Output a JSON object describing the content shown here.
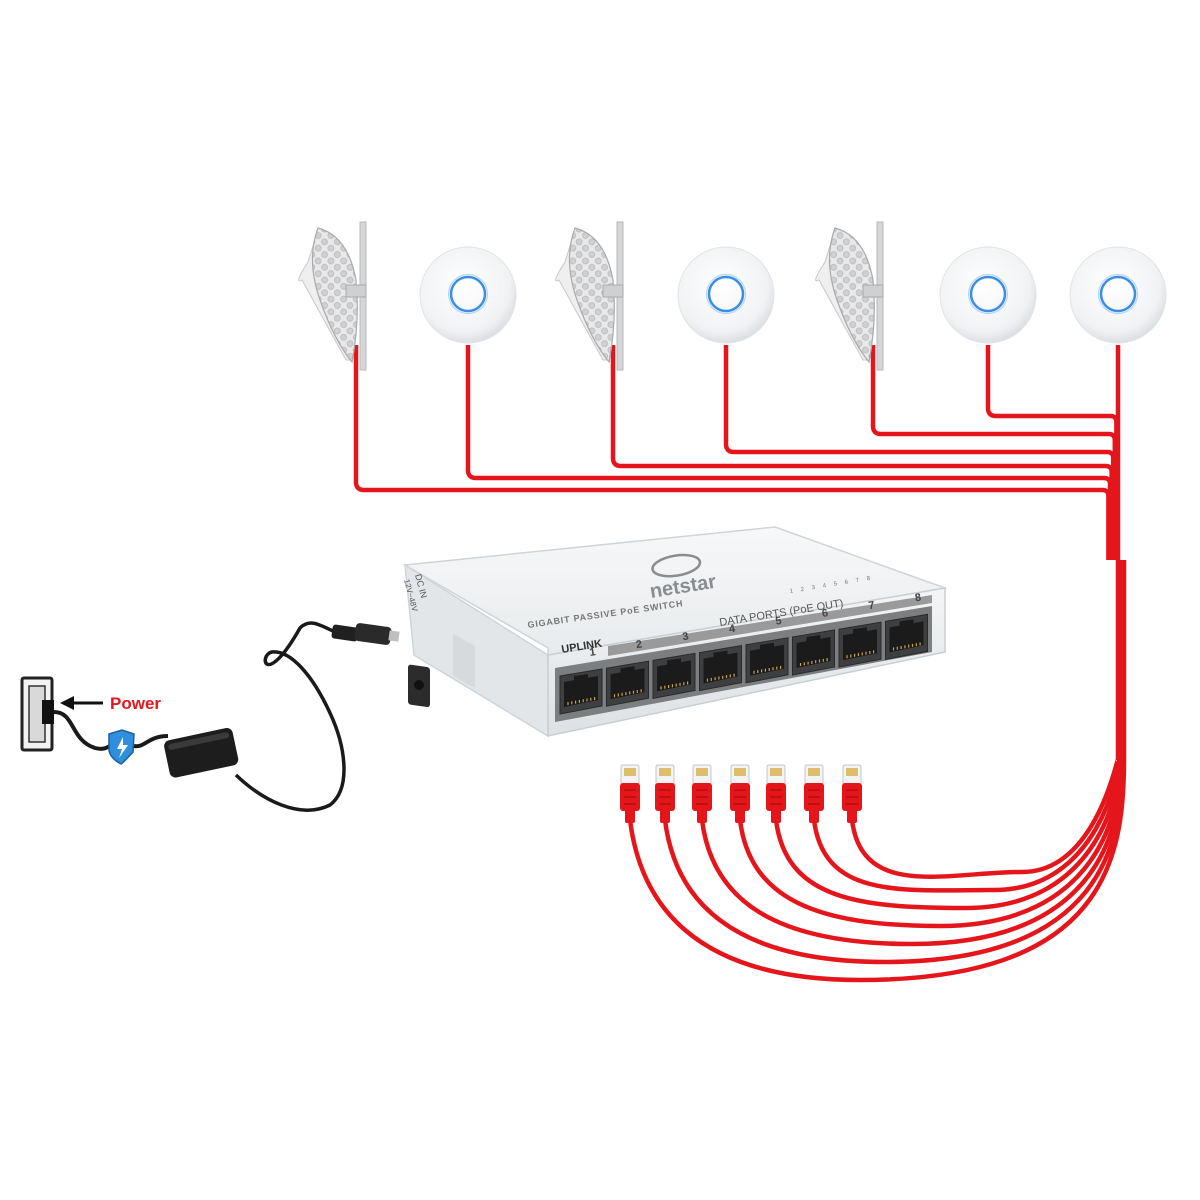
{
  "labels": {
    "power": "Power",
    "brand": "netstar",
    "switch_title": "GIGABIT PASSIVE PoE SWITCH",
    "data_ports": "DATA PORTS (PoE OUT)",
    "uplink": "UPLINK",
    "dc_in": "DC IN",
    "dc_volt": "12V~48V"
  },
  "ports": [
    "1",
    "2",
    "3",
    "4",
    "5",
    "6",
    "7",
    "8"
  ],
  "leds": [
    "1",
    "2",
    "3",
    "4",
    "5",
    "6",
    "7",
    "8"
  ],
  "devices": [
    {
      "type": "dish"
    },
    {
      "type": "ap"
    },
    {
      "type": "dish"
    },
    {
      "type": "ap"
    },
    {
      "type": "dish"
    },
    {
      "type": "ap"
    },
    {
      "type": "ap"
    }
  ],
  "connectors_count": 7,
  "colors": {
    "cable": "#e5161b",
    "ap_ring": "#3a8ee6",
    "switch_body": "#eef1f3",
    "port_strip": "#999999",
    "power_arrow": "#111111",
    "power_text": "#e5161b",
    "shield": "#2f8fdc"
  }
}
